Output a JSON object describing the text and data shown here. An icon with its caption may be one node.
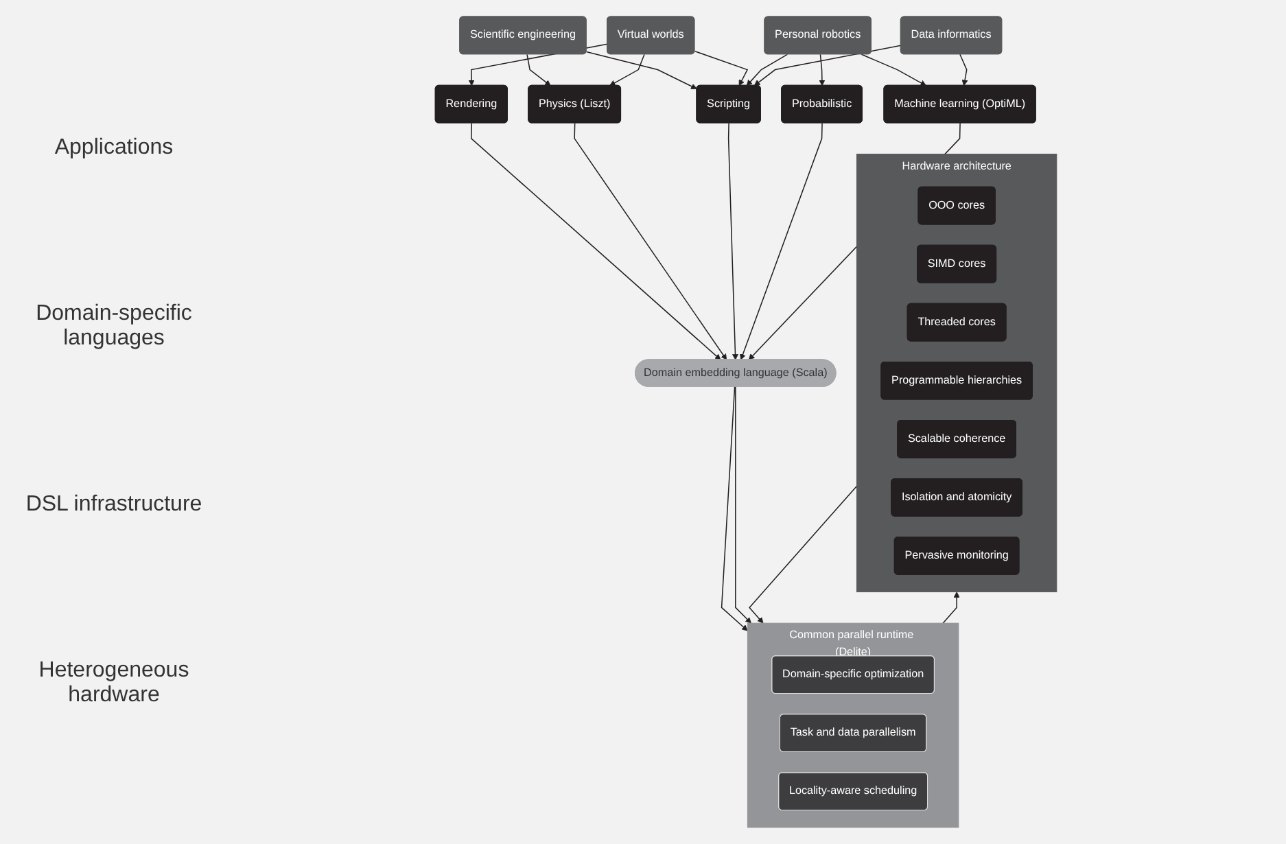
{
  "diagram": {
    "nodes": [
      {
        "text": [
          "Scientific engineering"
        ]
      },
      {
        "text": [
          "Virtual worlds"
        ]
      },
      {
        "text": [
          "Personal robotics"
        ]
      },
      {
        "text": [
          "Data informatics"
        ]
      },
      {
        "text": [
          "Rendering"
        ]
      },
      {
        "text": [
          "Physics (Liszt)"
        ]
      },
      {
        "text": [
          "Scripting"
        ]
      },
      {
        "text": [
          "Probabilistic"
        ]
      },
      {
        "text": [
          "Machine learning (OptiML)"
        ]
      },
      {
        "text": [
          "Domain embedding language (Scala)"
        ]
      },
      {
        "text": [
          "Common parallel runtime (Delite)"
        ]
      },
      {
        "text": [
          "Domain-specific optimization"
        ],
        "in": 10
      },
      {
        "text": [
          "Task and data parallelism"
        ],
        "in": 10
      },
      {
        "text": [
          "Locality-aware scheduling"
        ],
        "in": 10
      },
      {
        "text": [
          "Hardware architecture"
        ]
      },
      {
        "text": [
          "OOO cores"
        ],
        "in": 14
      },
      {
        "text": [
          "SIMD cores"
        ],
        "in": 14
      },
      {
        "text": [
          "Threaded cores"
        ],
        "in": 14
      },
      {
        "text": [
          "Programmable hierarchies"
        ],
        "in": 14
      },
      {
        "text": [
          "Scalable coherence"
        ],
        "in": 14
      },
      {
        "text": [
          "Isolation and atomicity"
        ],
        "in": 14
      },
      {
        "text": [
          "Pervasive monitoring"
        ],
        "in": 14
      }
    ],
    "edges": [
      {
        "from": 0,
        "to": 5,
        "arrow": "to"
      },
      {
        "from": 0,
        "to": 6,
        "arrow": "to"
      },
      {
        "from": 1,
        "to": 4,
        "arrow": "to"
      },
      {
        "from": 1,
        "to": 5,
        "arrow": "to"
      },
      {
        "from": 1,
        "to": 6,
        "arrow": "to"
      },
      {
        "from": 2,
        "to": 6,
        "arrow": "to"
      },
      {
        "from": 2,
        "to": 7,
        "arrow": "to"
      },
      {
        "from": 2,
        "to": 8,
        "arrow": "to"
      },
      {
        "from": 3,
        "to": 6,
        "arrow": "to"
      },
      {
        "from": 3,
        "to": 8,
        "arrow": "to"
      },
      {
        "from": 4,
        "to": 9,
        "arrow": "to"
      },
      {
        "from": 5,
        "to": 9,
        "arrow": "to"
      },
      {
        "from": 6,
        "to": 9,
        "arrow": "to"
      },
      {
        "from": 7,
        "to": 9,
        "arrow": "to"
      },
      {
        "from": 8,
        "to": 9,
        "arrow": "to"
      },
      {
        "from": 9,
        "to": 10,
        "arrow": "to"
      },
      {
        "from": 9,
        "to": 10,
        "arrow": "to"
      },
      {
        "from": 10,
        "to": 14,
        "arrow": "to"
      },
      {
        "from": 14,
        "to": 10,
        "arrow": "to"
      }
    ],
    "labels": [
      "Applications",
      "Domain-specific languages",
      "DSL infrastructure",
      "Heterogeneous hardware"
    ]
  }
}
